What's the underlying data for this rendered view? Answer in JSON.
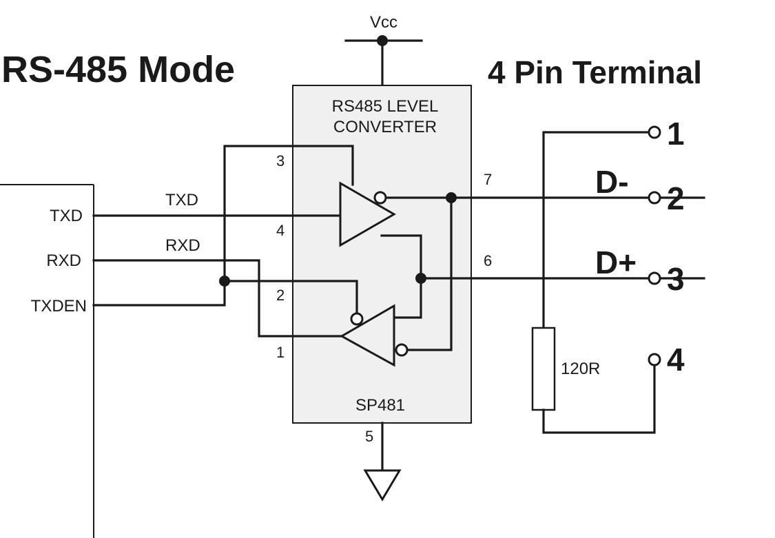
{
  "titles": {
    "mode": "RS-485 Mode",
    "terminal": "4 Pin Terminal"
  },
  "power": {
    "vcc": "Vcc"
  },
  "chip": {
    "title_line1": "RS485 LEVEL",
    "title_line2": "CONVERTER",
    "part": "SP481",
    "pins": [
      "1",
      "2",
      "3",
      "4",
      "5",
      "6",
      "7"
    ]
  },
  "mcu_signals": [
    "TXD",
    "RXD",
    "TXDEN"
  ],
  "wire_labels": {
    "txd": "TXD",
    "rxd": "RXD"
  },
  "resistor": {
    "value": "120R"
  },
  "terminal": {
    "pins": [
      "1",
      "2",
      "3",
      "4"
    ],
    "d_minus": "D-",
    "d_plus": "D+"
  }
}
